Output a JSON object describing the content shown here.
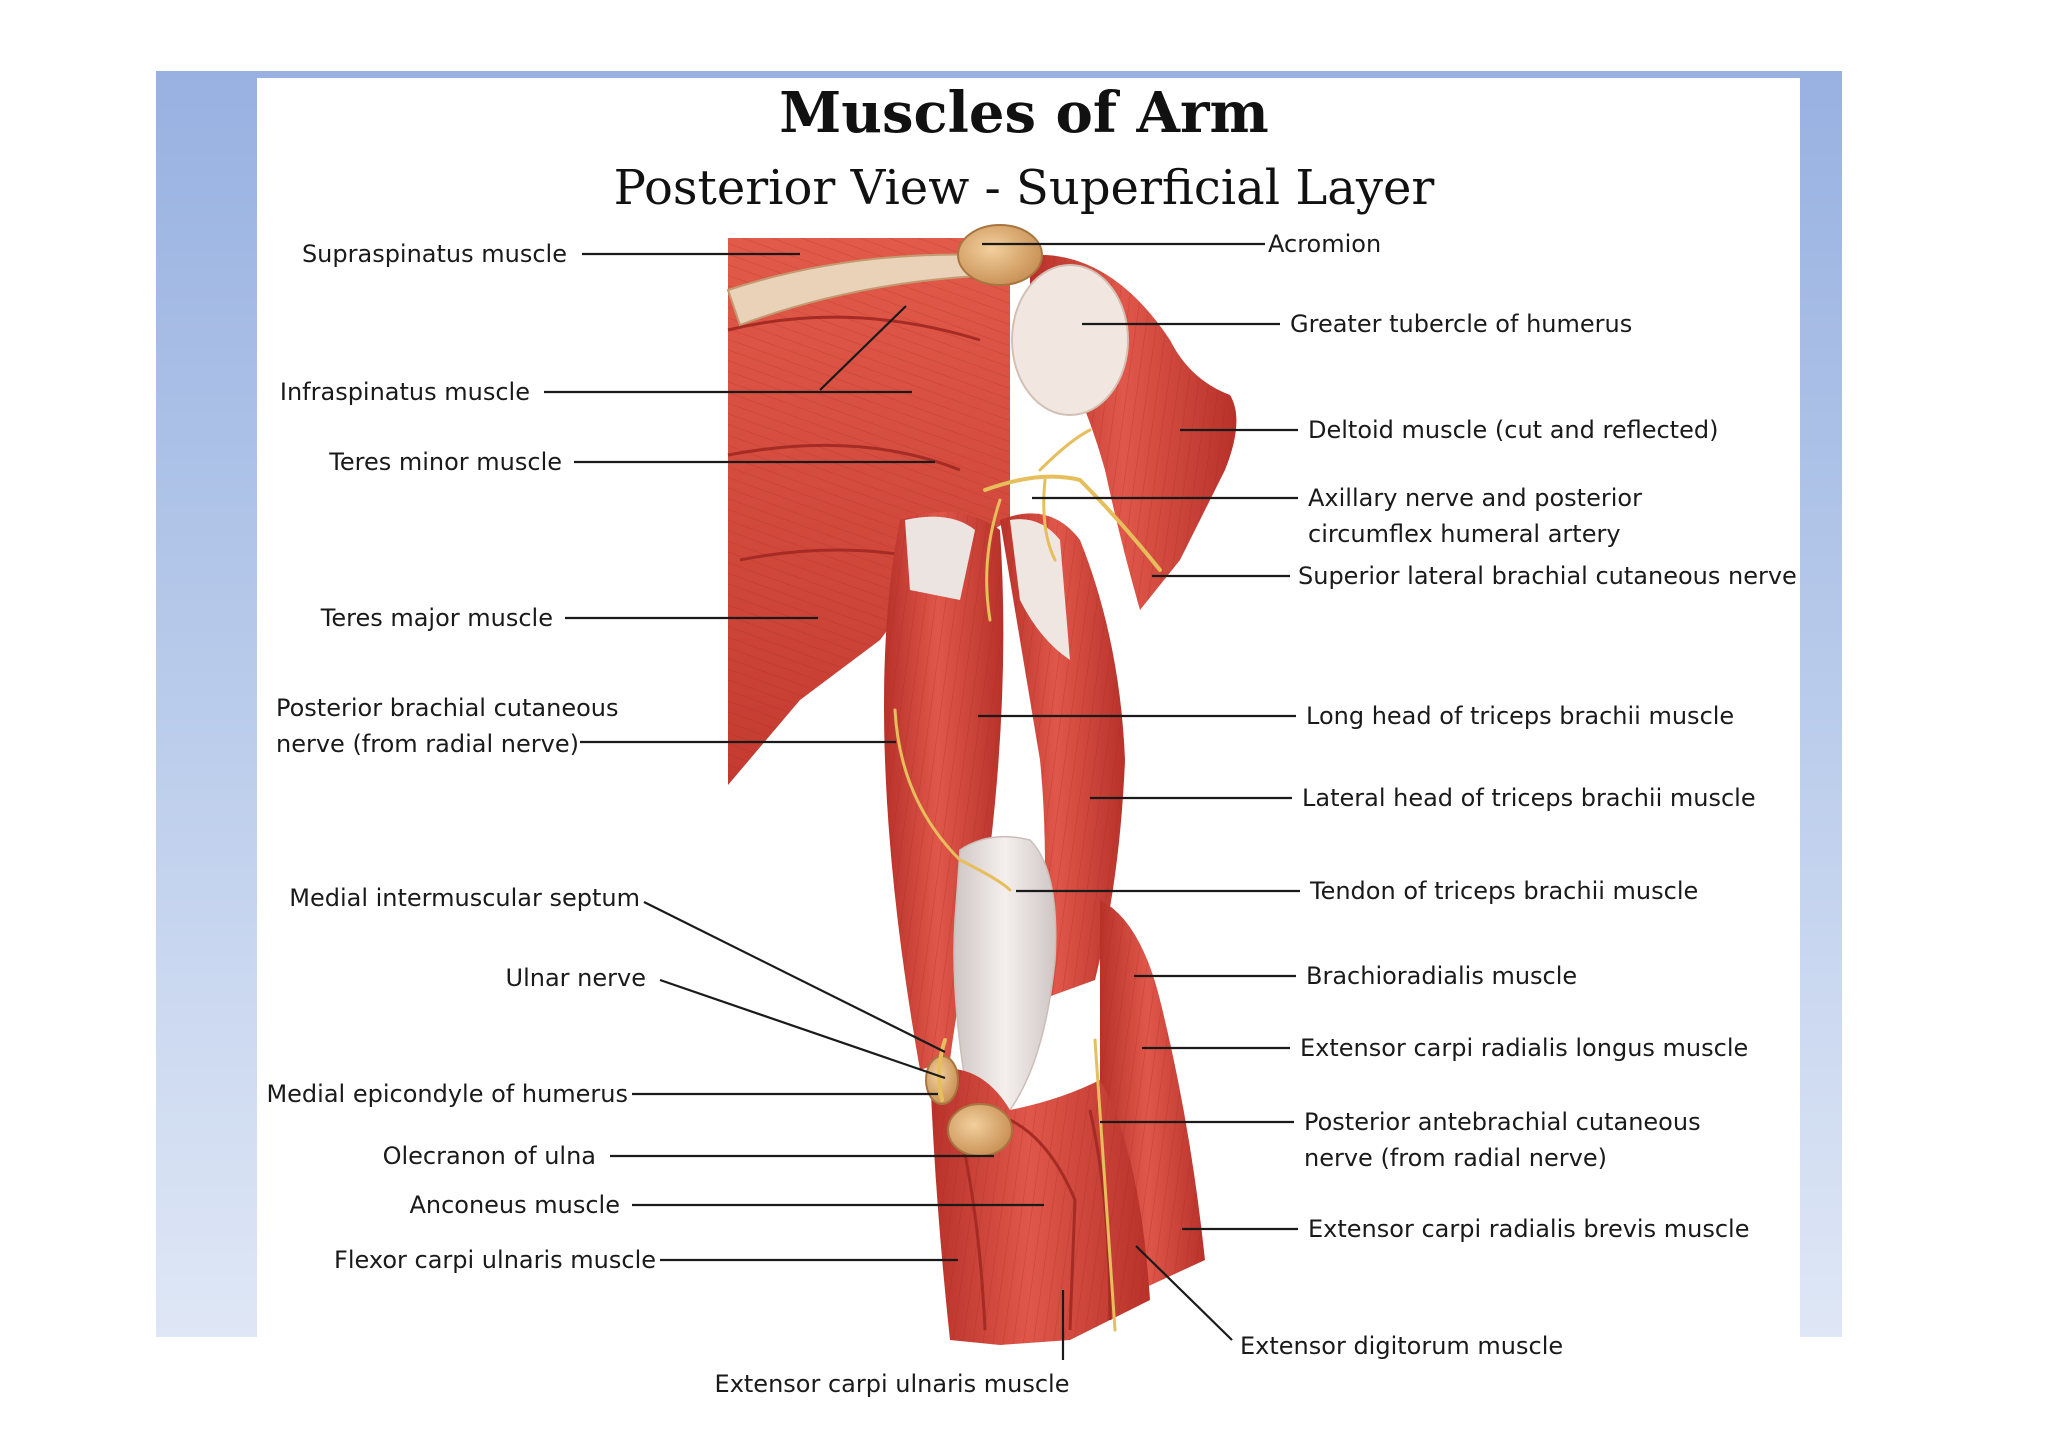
{
  "title": "Muscles of Arm",
  "subtitle": "Posterior View - Superficial Layer",
  "labels_left": {
    "supraspinatus": "Supraspinatus muscle",
    "infraspinatus": "Infraspinatus muscle",
    "teres_minor": "Teres minor muscle",
    "teres_major": "Teres major muscle",
    "posterior_brachial_cutaneous_1": "Posterior brachial cutaneous",
    "posterior_brachial_cutaneous_2": "nerve (from radial nerve)",
    "medial_intermuscular_septum": "Medial intermuscular septum",
    "ulnar_nerve": "Ulnar nerve",
    "medial_epicondyle": "Medial epicondyle of humerus",
    "olecranon": "Olecranon of ulna",
    "anconeus": "Anconeus muscle",
    "flexor_carpi_ulnaris": "Flexor carpi ulnaris muscle",
    "extensor_carpi_ulnaris": "Extensor carpi ulnaris muscle"
  },
  "labels_right": {
    "acromion": "Acromion",
    "greater_tubercle": "Greater tubercle of humerus",
    "deltoid": "Deltoid muscle (cut and reflected)",
    "axillary_nerve_1": "Axillary nerve and posterior",
    "axillary_nerve_2": "circumflex humeral artery",
    "superior_lateral_brachial": "Superior lateral brachial cutaneous nerve",
    "long_head_triceps": "Long head of triceps brachii muscle",
    "lateral_head_triceps": "Lateral head of triceps brachii muscle",
    "tendon_triceps": "Tendon of triceps brachii muscle",
    "brachioradialis": "Brachioradialis muscle",
    "ecr_longus": "Extensor carpi radialis longus muscle",
    "posterior_antebrachial_1": "Posterior antebrachial cutaneous",
    "posterior_antebrachial_2": "nerve (from radial nerve)",
    "ecr_brevis": "Extensor carpi radialis brevis muscle",
    "extensor_digitorum": "Extensor digitorum muscle"
  },
  "colors": {
    "muscle": "#d8463a",
    "muscle_dark": "#a92a22",
    "muscle_light": "#ec7a66",
    "tendon": "#e8e0dc",
    "bone": "#d9a76e",
    "nerve": "#e8c46a",
    "slide_background": "#a7bde6"
  }
}
